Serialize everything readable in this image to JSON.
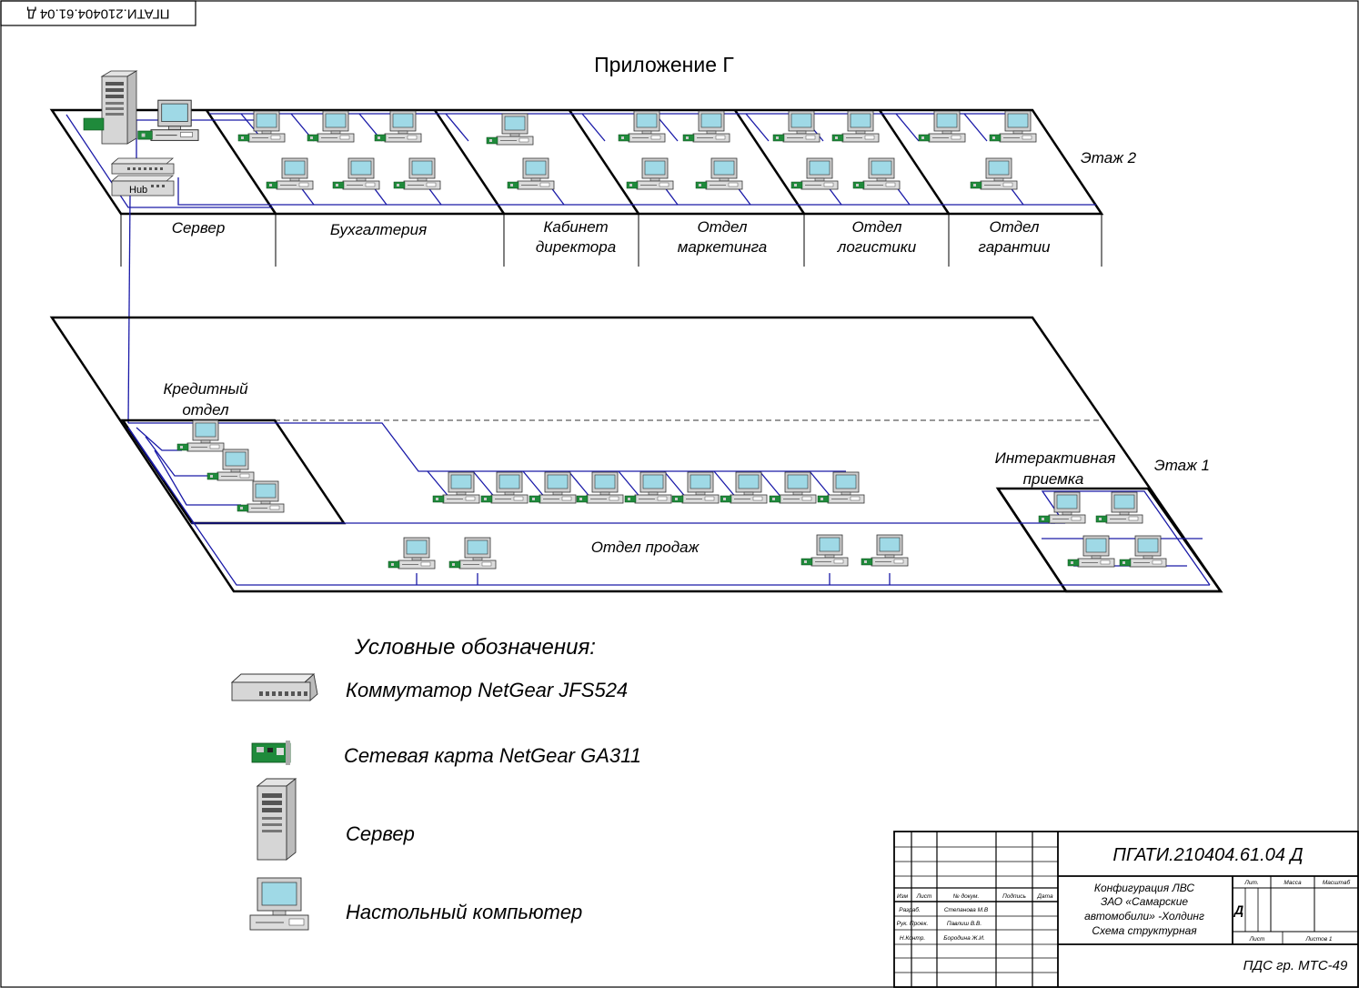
{
  "sheet": {
    "corner_code": "ПГАТИ.210404.61.04 Д",
    "title": "Приложение Г"
  },
  "floors": {
    "floor2": {
      "label": "Этаж 2",
      "rooms": [
        {
          "name": "Сервер"
        },
        {
          "name": "Бухгалтерия"
        },
        {
          "line1": "Кабинет",
          "line2": "директора"
        },
        {
          "line1": "Отдел",
          "line2": "маркетинга"
        },
        {
          "line1": "Отдел",
          "line2": "логистики"
        },
        {
          "line1": "Отдел",
          "line2": "гарантии"
        }
      ]
    },
    "floor1": {
      "label": "Этаж 1",
      "credit": {
        "line1": "Кредитный",
        "line2": "отдел"
      },
      "interactive": {
        "line1": "Интерактивная",
        "line2": "приемка"
      },
      "sales": "Отдел продаж"
    },
    "hub_label": "Hub"
  },
  "legend": {
    "heading": "Условные обозначения:",
    "items": [
      {
        "icon": "switch-icon",
        "label": "Коммутатор NetGear  JFS524"
      },
      {
        "icon": "network-card-icon",
        "label": "Сетевая карта  NetGear  GA311"
      },
      {
        "icon": "server-icon",
        "label": "Сервер"
      },
      {
        "icon": "desktop-computer-icon",
        "label": "Настольный компьютер"
      }
    ]
  },
  "stamp": {
    "doc_code": "ПГАТИ.210404.61.04 Д",
    "description": [
      "Конфигурация ЛВС",
      "ЗАО «Самарские",
      "автомобили» -Холдинг",
      "Схема структурная"
    ],
    "cols": [
      "Изм",
      "Лист",
      "№ докум.",
      "Подпись",
      "Дата"
    ],
    "roles": [
      "Разраб.",
      "Рук. Проек.",
      "Н.Контр."
    ],
    "names": [
      "Степанова М.В",
      "Павлиш В.В.",
      "Бородина Ж.И."
    ],
    "lit": "Лит.",
    "mass": "Масса",
    "scale": "Масштаб",
    "letter": "Д",
    "sheet": "Лист",
    "sheets": "Листов 1",
    "group": "ПДС гр. МТС-49"
  },
  "colors": {
    "line": "#000000",
    "cable": "#1a1aa8",
    "screen": "#9fd9e6",
    "card": "#1f8a3b"
  }
}
